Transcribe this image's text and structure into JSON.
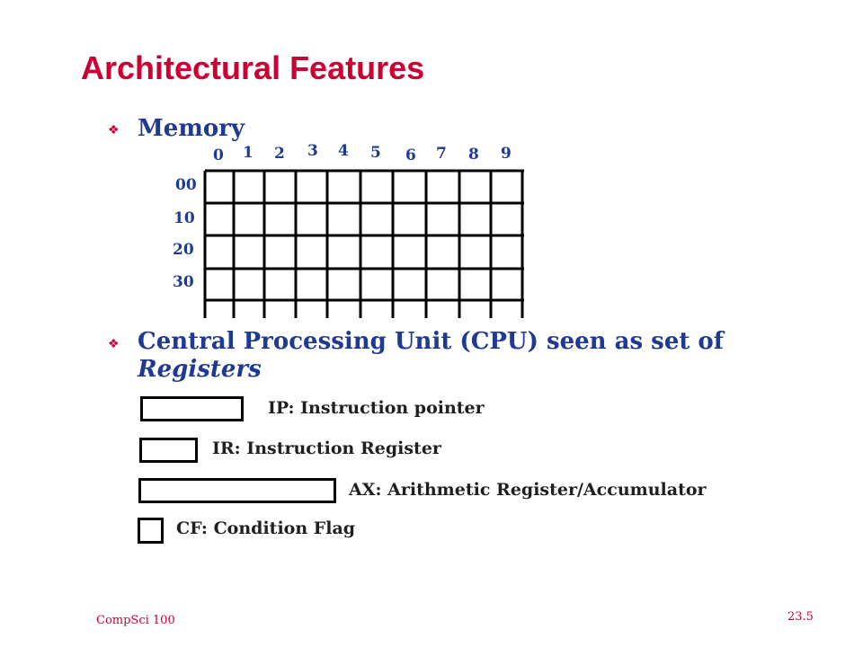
{
  "slide": {
    "title": "Architectural Features",
    "bullet_glyph": "❖",
    "accent_color": "#cc0033",
    "text_color": "#1f3a93"
  },
  "memory": {
    "heading": "Memory",
    "columns": [
      "0",
      "1",
      "2",
      "3",
      "4",
      "5",
      "6",
      "7",
      "8",
      "9"
    ],
    "rows": [
      "00",
      "10",
      "20",
      "30"
    ]
  },
  "cpu": {
    "heading_main": "Central Processing Unit (CPU) seen as set of",
    "heading_italic": "Registers",
    "registers": [
      {
        "id": "ip",
        "label": "IP: Instruction pointer"
      },
      {
        "id": "ir",
        "label": "IR: Instruction Register"
      },
      {
        "id": "ax",
        "label": "AX: Arithmetic Register/Accumulator"
      },
      {
        "id": "cf",
        "label": "CF: Condition Flag"
      }
    ]
  },
  "footer": {
    "left": "CompSci 100",
    "right": "23.5"
  }
}
